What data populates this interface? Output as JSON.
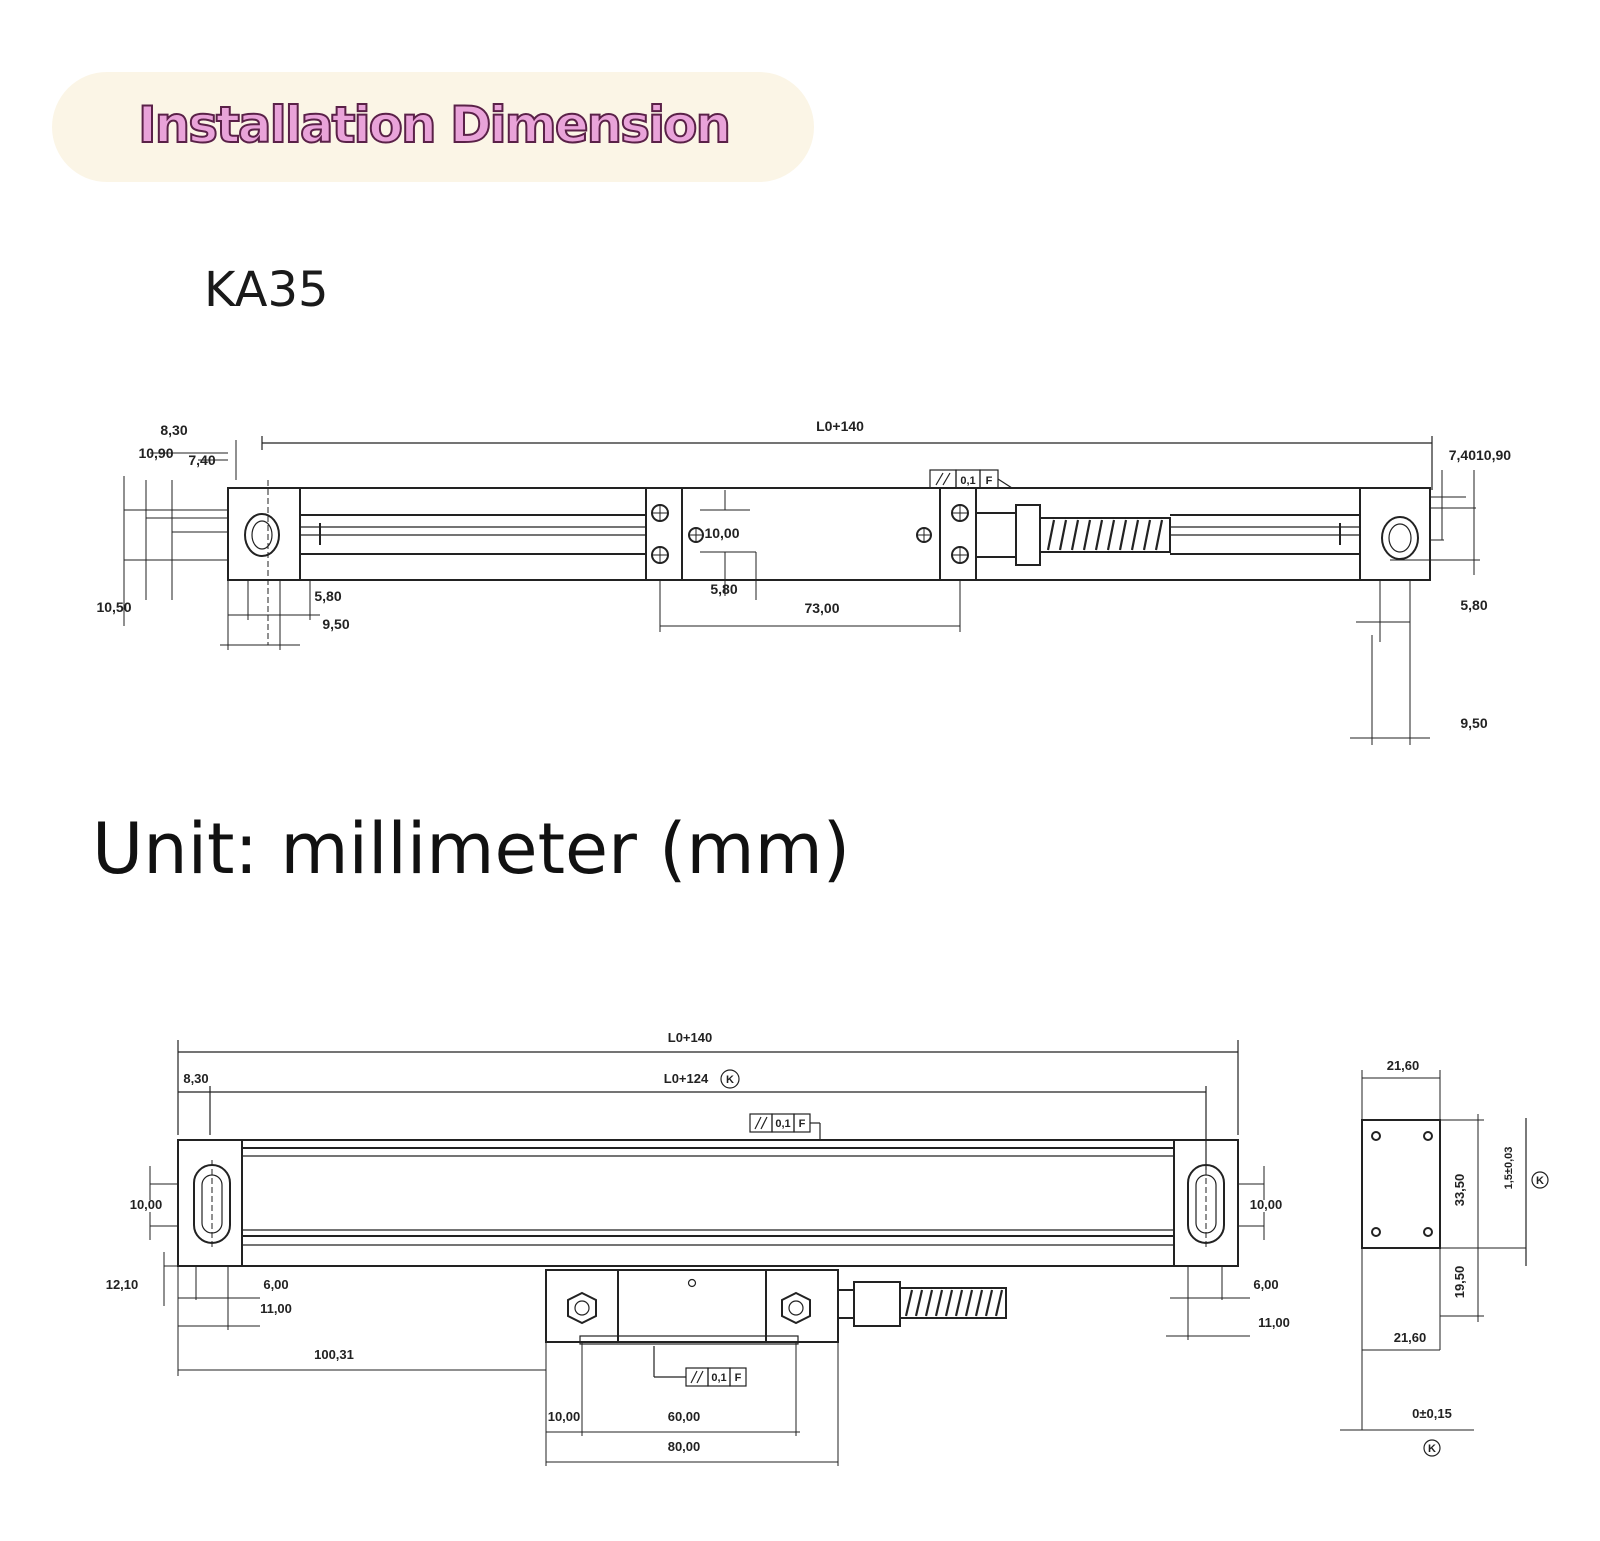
{
  "header": {
    "title": "Installation Dimension"
  },
  "model": {
    "name": "KA35"
  },
  "unit_note": "Unit: millimeter (mm)",
  "colors": {
    "banner_bg": "#fbf5e6",
    "title_fill": "#e9a3d9",
    "title_outline": "#5a2148",
    "line": "#222222"
  },
  "top_drawing": {
    "total_length": "L0+140",
    "dims": {
      "d830": "8,30",
      "d1090_l": "10,90",
      "d740_l": "7,40",
      "d1050": "10,50",
      "d580_l": "5,80",
      "d950_l": "9,50",
      "d1000": "10,00",
      "d580_m": "5,80",
      "d7300": "73,00",
      "d740_r": "7,40",
      "d1090_r": "10,90",
      "d580_r": "5,80",
      "d950_r": "9,50"
    },
    "tolerance": {
      "value": "0,1",
      "datum": "F"
    }
  },
  "bottom_drawing": {
    "total_length": "L0+140",
    "inner_length": "L0+124",
    "datum_mark": "K",
    "dims": {
      "d830": "8,30",
      "d1000_l": "10,00",
      "d1210": "12,10",
      "d600_l": "6,00",
      "d1100_l": "11,00",
      "d10031": "100,31",
      "d1000_r": "10,00",
      "d600_r": "6,00",
      "d1100_r": "11,00",
      "d1000_b": "10,00",
      "d6000": "60,00",
      "d8000": "80,00"
    },
    "tolerance_top": {
      "value": "0,1",
      "datum": "F"
    },
    "tolerance_bottom": {
      "value": "0,1",
      "datum": "F"
    }
  },
  "side_view": {
    "dims": {
      "w_top": "21,60",
      "h_upper": "33,50",
      "h_lower": "19,50",
      "w_bottom": "21,60",
      "tol_right": "1,5±0,03",
      "tol_bottom": "0±0,15"
    },
    "datum_mark": "K"
  }
}
